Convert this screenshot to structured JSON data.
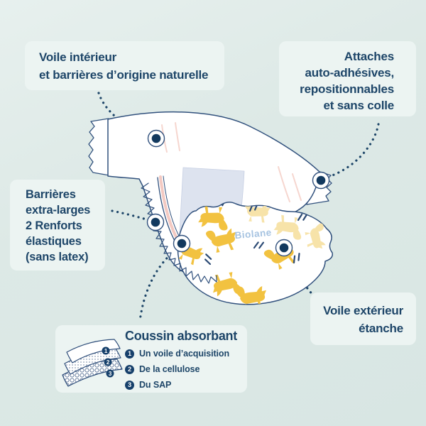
{
  "colors": {
    "navy_text": "#1d4568",
    "outline_navy": "#31517d",
    "marker_dot": "#12395e",
    "card_bg": "#ecf4f2",
    "pattern_yellow": "#f2c240",
    "pattern_yellow_faded": "#f7e3a9",
    "pad_blue": "#dde3ef",
    "salmon_stripe": "#f2c3bb",
    "brand_blue": "#a6c3e1",
    "background": "#dde9e6"
  },
  "labels": {
    "inner_veil": {
      "lines": [
        "Voile intérieur",
        "et barrières d’origine naturelle"
      ]
    },
    "fasteners": {
      "lines": [
        "Attaches",
        "auto-adhésives,",
        "repositionnables",
        "et sans colle"
      ]
    },
    "barriers": {
      "lines": [
        "Barrières",
        "extra-larges",
        "2 Renforts",
        "élastiques",
        "(sans latex)"
      ]
    },
    "outer_veil": {
      "lines": [
        "Voile extérieur",
        "étanche"
      ]
    }
  },
  "absorbent_core": {
    "title": "Coussin absorbant",
    "items": [
      {
        "num": "1",
        "text": "Un voile d’acquisition"
      },
      {
        "num": "2",
        "text": "De la cellulose"
      },
      {
        "num": "3",
        "text": "Du SAP"
      }
    ]
  },
  "illustration": {
    "brand": "Biolane"
  }
}
